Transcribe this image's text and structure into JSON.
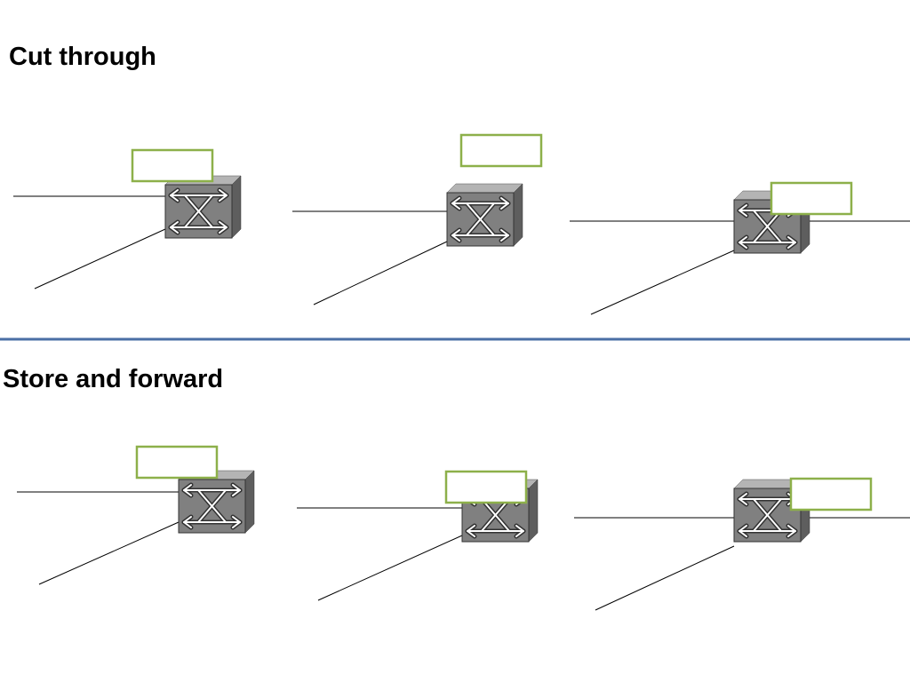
{
  "sections": [
    {
      "title": "Cut through",
      "switch_icon": "network-switch-icon",
      "packet_icon": "packet-frame-icon",
      "steps": 3
    },
    {
      "title": "Store and forward",
      "switch_icon": "network-switch-icon",
      "packet_icon": "packet-frame-icon",
      "steps": 3
    }
  ],
  "colors": {
    "divider": "#4a6fa5",
    "packet_border": "#8db04a",
    "switch_front": "#808080",
    "switch_top": "#b4b4b4",
    "switch_side": "#5e5e5e",
    "arrows": "#ffffff",
    "links": "#000000"
  }
}
